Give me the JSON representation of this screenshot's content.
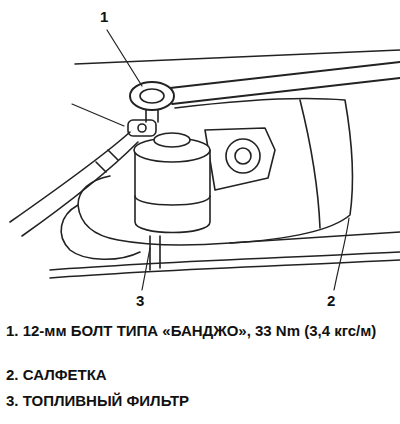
{
  "diagram": {
    "labels": [
      "1",
      "2",
      "3",
      "1. 12-мм БОЛТ ТИПА «БАНДЖО», 33 Nm (3,4 кгс/м)",
      "2. САЛФЕТКА",
      "3. ТОПЛИВНЫЙ ФИЛЬТР"
    ]
  }
}
